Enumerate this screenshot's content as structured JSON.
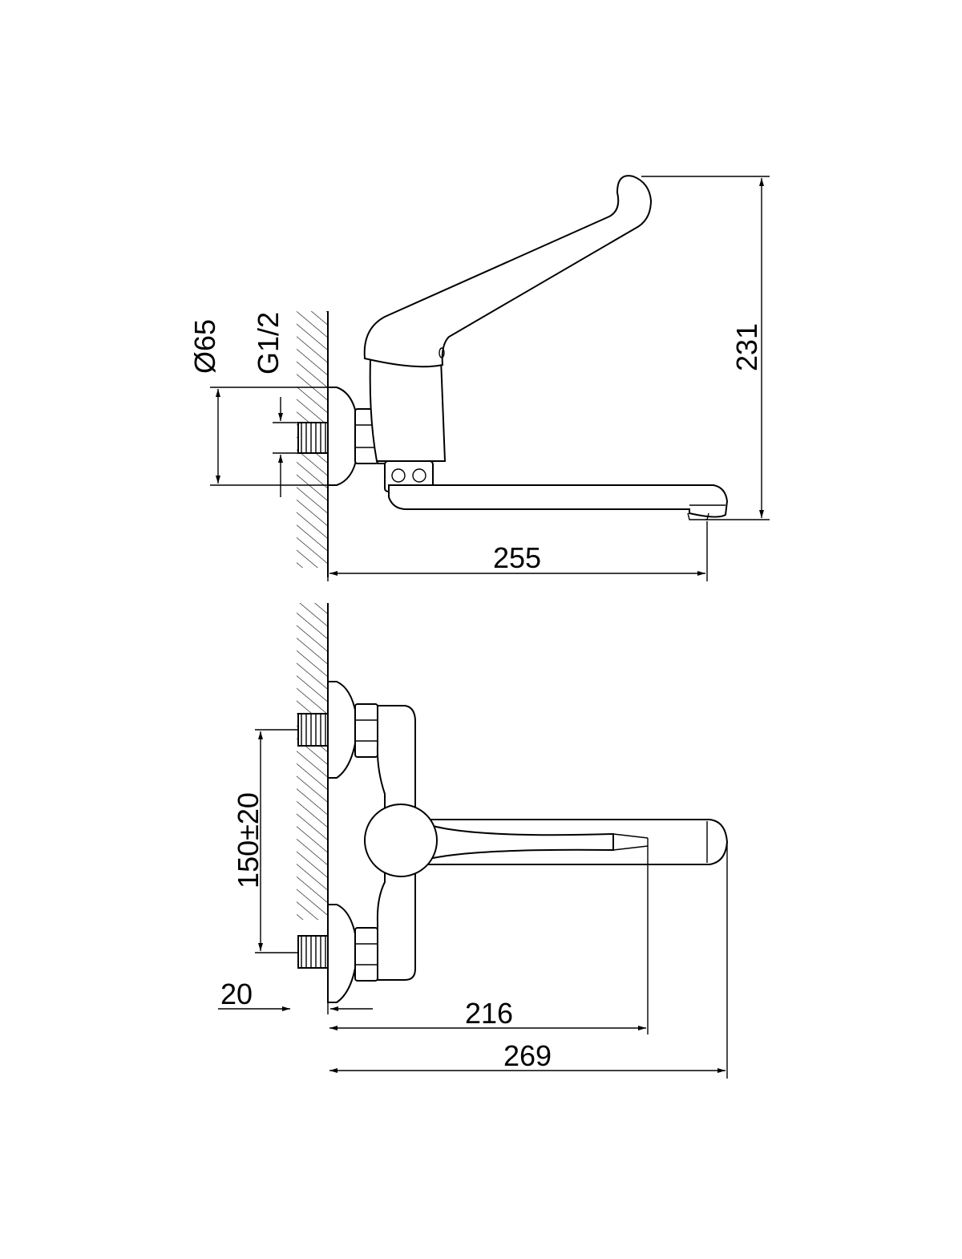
{
  "dimensions": {
    "top_view": {
      "height": "231",
      "length": "255",
      "rosette_diameter": "Ø65",
      "thread": "G1/2"
    },
    "front_view": {
      "spacing": "150±20",
      "rosette_offset": "20",
      "spout_reach": "216",
      "overall_length": "269"
    }
  }
}
